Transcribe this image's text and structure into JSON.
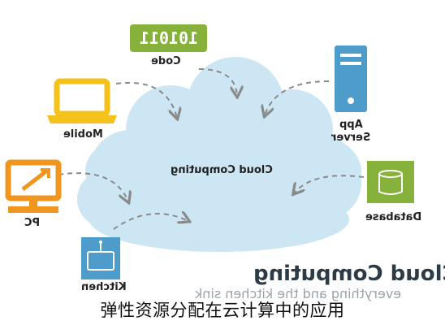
{
  "diagram": {
    "center_label": "Cloud Computing",
    "nodes": {
      "code": {
        "badge": "101011",
        "label": "Code",
        "icon": "code-badge-icon"
      },
      "mobile": {
        "label": "Mobile",
        "icon": "laptop-icon"
      },
      "pc": {
        "label": "PC",
        "icon": "monitor-icon"
      },
      "kitchen": {
        "label": "Kitchen",
        "icon": "sink-icon"
      },
      "app_server": {
        "label_line1": "App",
        "label_line2": "Server",
        "icon": "server-icon"
      },
      "database": {
        "label": "Database",
        "icon": "database-icon"
      }
    },
    "title": "Cloud Computing",
    "subtitle": "everything and the kitchen sink"
  },
  "caption": "弹性资源分配在云计算中的应用",
  "colors": {
    "cloud": "#cde6f3",
    "green": "#86b13a",
    "orange": "#f0961f",
    "yellow": "#f5c21b",
    "blue": "#4e9ccc",
    "arrow": "#8a8a8a"
  }
}
